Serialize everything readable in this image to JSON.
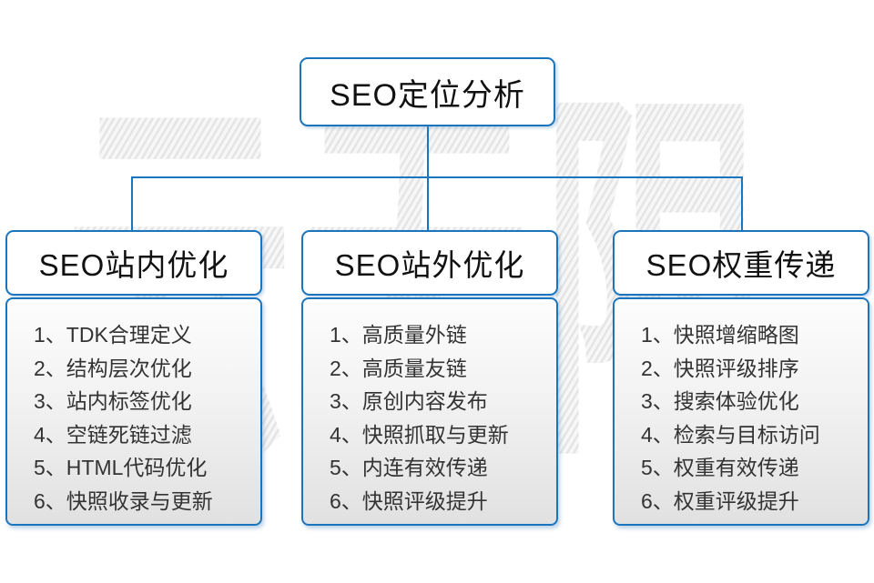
{
  "root": {
    "label": "SEO定位分析"
  },
  "watermark": {
    "text": "云无限"
  },
  "colors": {
    "accent_blue": "#1b75bc",
    "panel_gradient_top": "#fdfdfd",
    "panel_gradient_bottom": "#e1e1e1",
    "text_dark": "#111111",
    "list_text": "#333333",
    "watermark_gray": "#ededed"
  },
  "columns": [
    {
      "header": "SEO站内优化",
      "items": [
        "1、TDK合理定义",
        "2、结构层次优化",
        "3、站内标签优化",
        "4、空链死链过滤",
        "5、HTML代码优化",
        "6、快照收录与更新"
      ]
    },
    {
      "header": "SEO站外优化",
      "items": [
        "1、高质量外链",
        "2、高质量友链",
        "3、原创内容发布",
        "4、快照抓取与更新",
        "5、内连有效传递",
        "6、快照评级提升"
      ]
    },
    {
      "header": "SEO权重传递",
      "items": [
        "1、快照增缩略图",
        "2、快照评级排序",
        "3、搜索体验优化",
        "4、检索与目标访问",
        "5、权重有效传递",
        "6、权重评级提升"
      ]
    }
  ]
}
